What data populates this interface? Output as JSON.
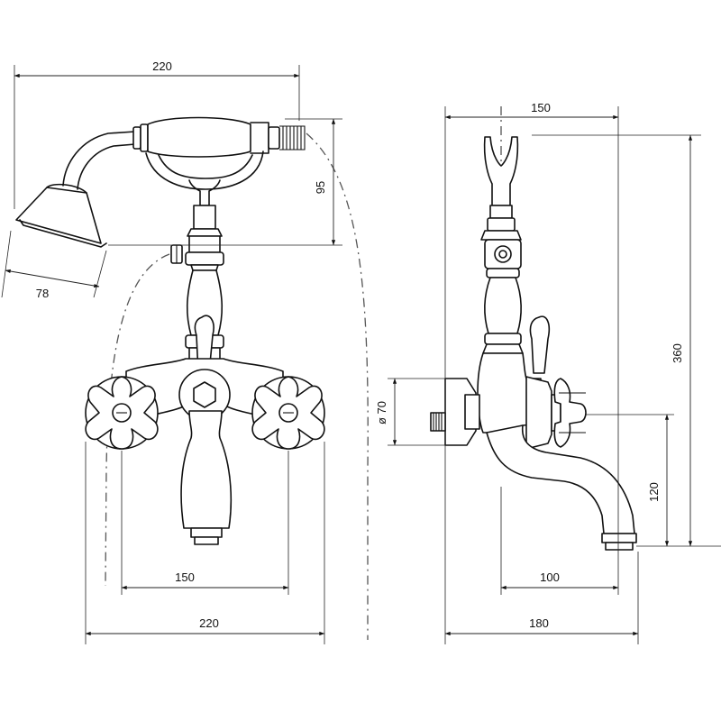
{
  "front_view": {
    "dim_handshower_width": "220",
    "dim_handle_height": "95",
    "dim_shower_head_diameter": "78",
    "dim_inlet_spacing": "150",
    "dim_body_width": "220"
  },
  "side_view": {
    "dim_holder_offset": "150",
    "dim_overall_height": "360",
    "dim_flange_diameter": "ø 70",
    "dim_spout_height": "120",
    "dim_spout_reach": "100",
    "dim_overall_depth": "180"
  },
  "colors": {
    "line": "#111111",
    "background": "#ffffff"
  }
}
